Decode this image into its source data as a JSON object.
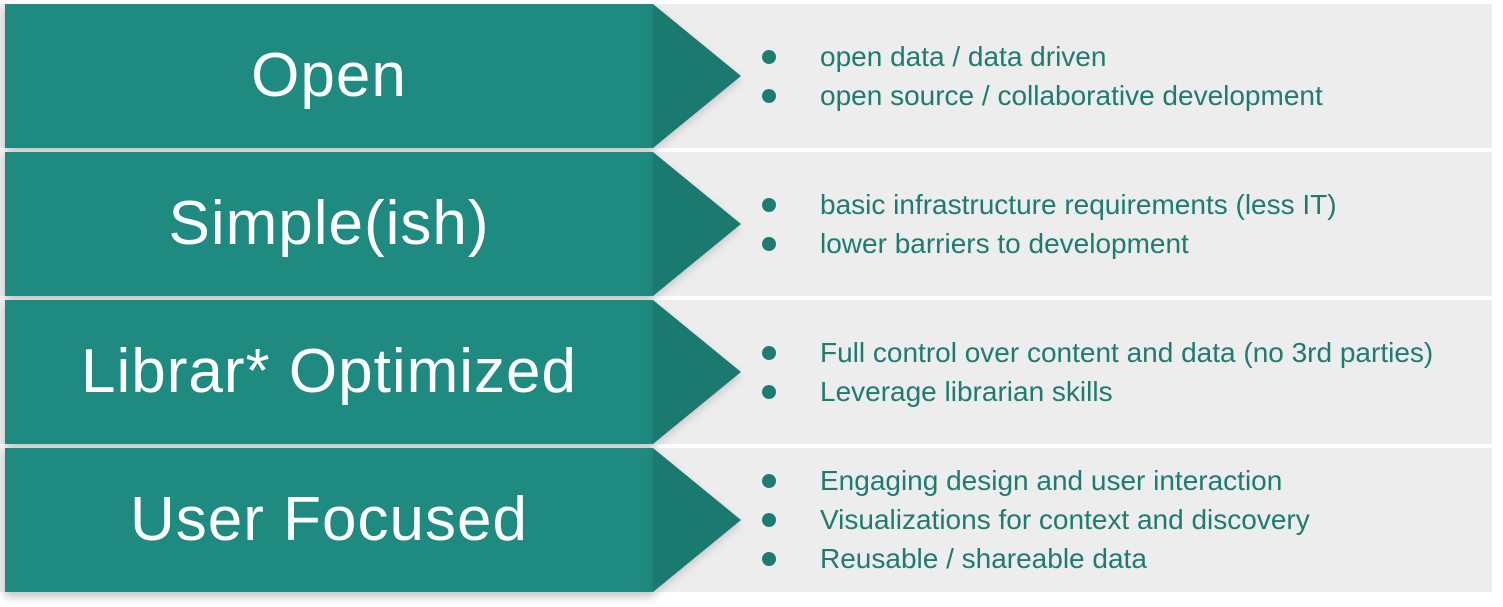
{
  "slide": {
    "rows": [
      {
        "title": "Open",
        "bullets": [
          "open data / data driven",
          "open source / collaborative development"
        ]
      },
      {
        "title": "Simple(ish)",
        "bullets": [
          "basic infrastructure requirements (less IT)",
          "lower barriers to development"
        ]
      },
      {
        "title": "Librar* Optimized",
        "bullets": [
          "Full control over content and data (no 3rd parties)",
          "Leverage librarian skills"
        ]
      },
      {
        "title": "User Focused",
        "bullets": [
          "Engaging design and user interaction",
          "Visualizations for context and discovery",
          "Reusable / shareable data"
        ]
      }
    ],
    "colors": {
      "banner_fill": "#1f8a80",
      "arrow_fill": "#1b7a6f",
      "row_background": "#ededee",
      "bullet_text": "#1e7b70",
      "title_text": "#ffffff",
      "page_background": "#ffffff"
    }
  }
}
